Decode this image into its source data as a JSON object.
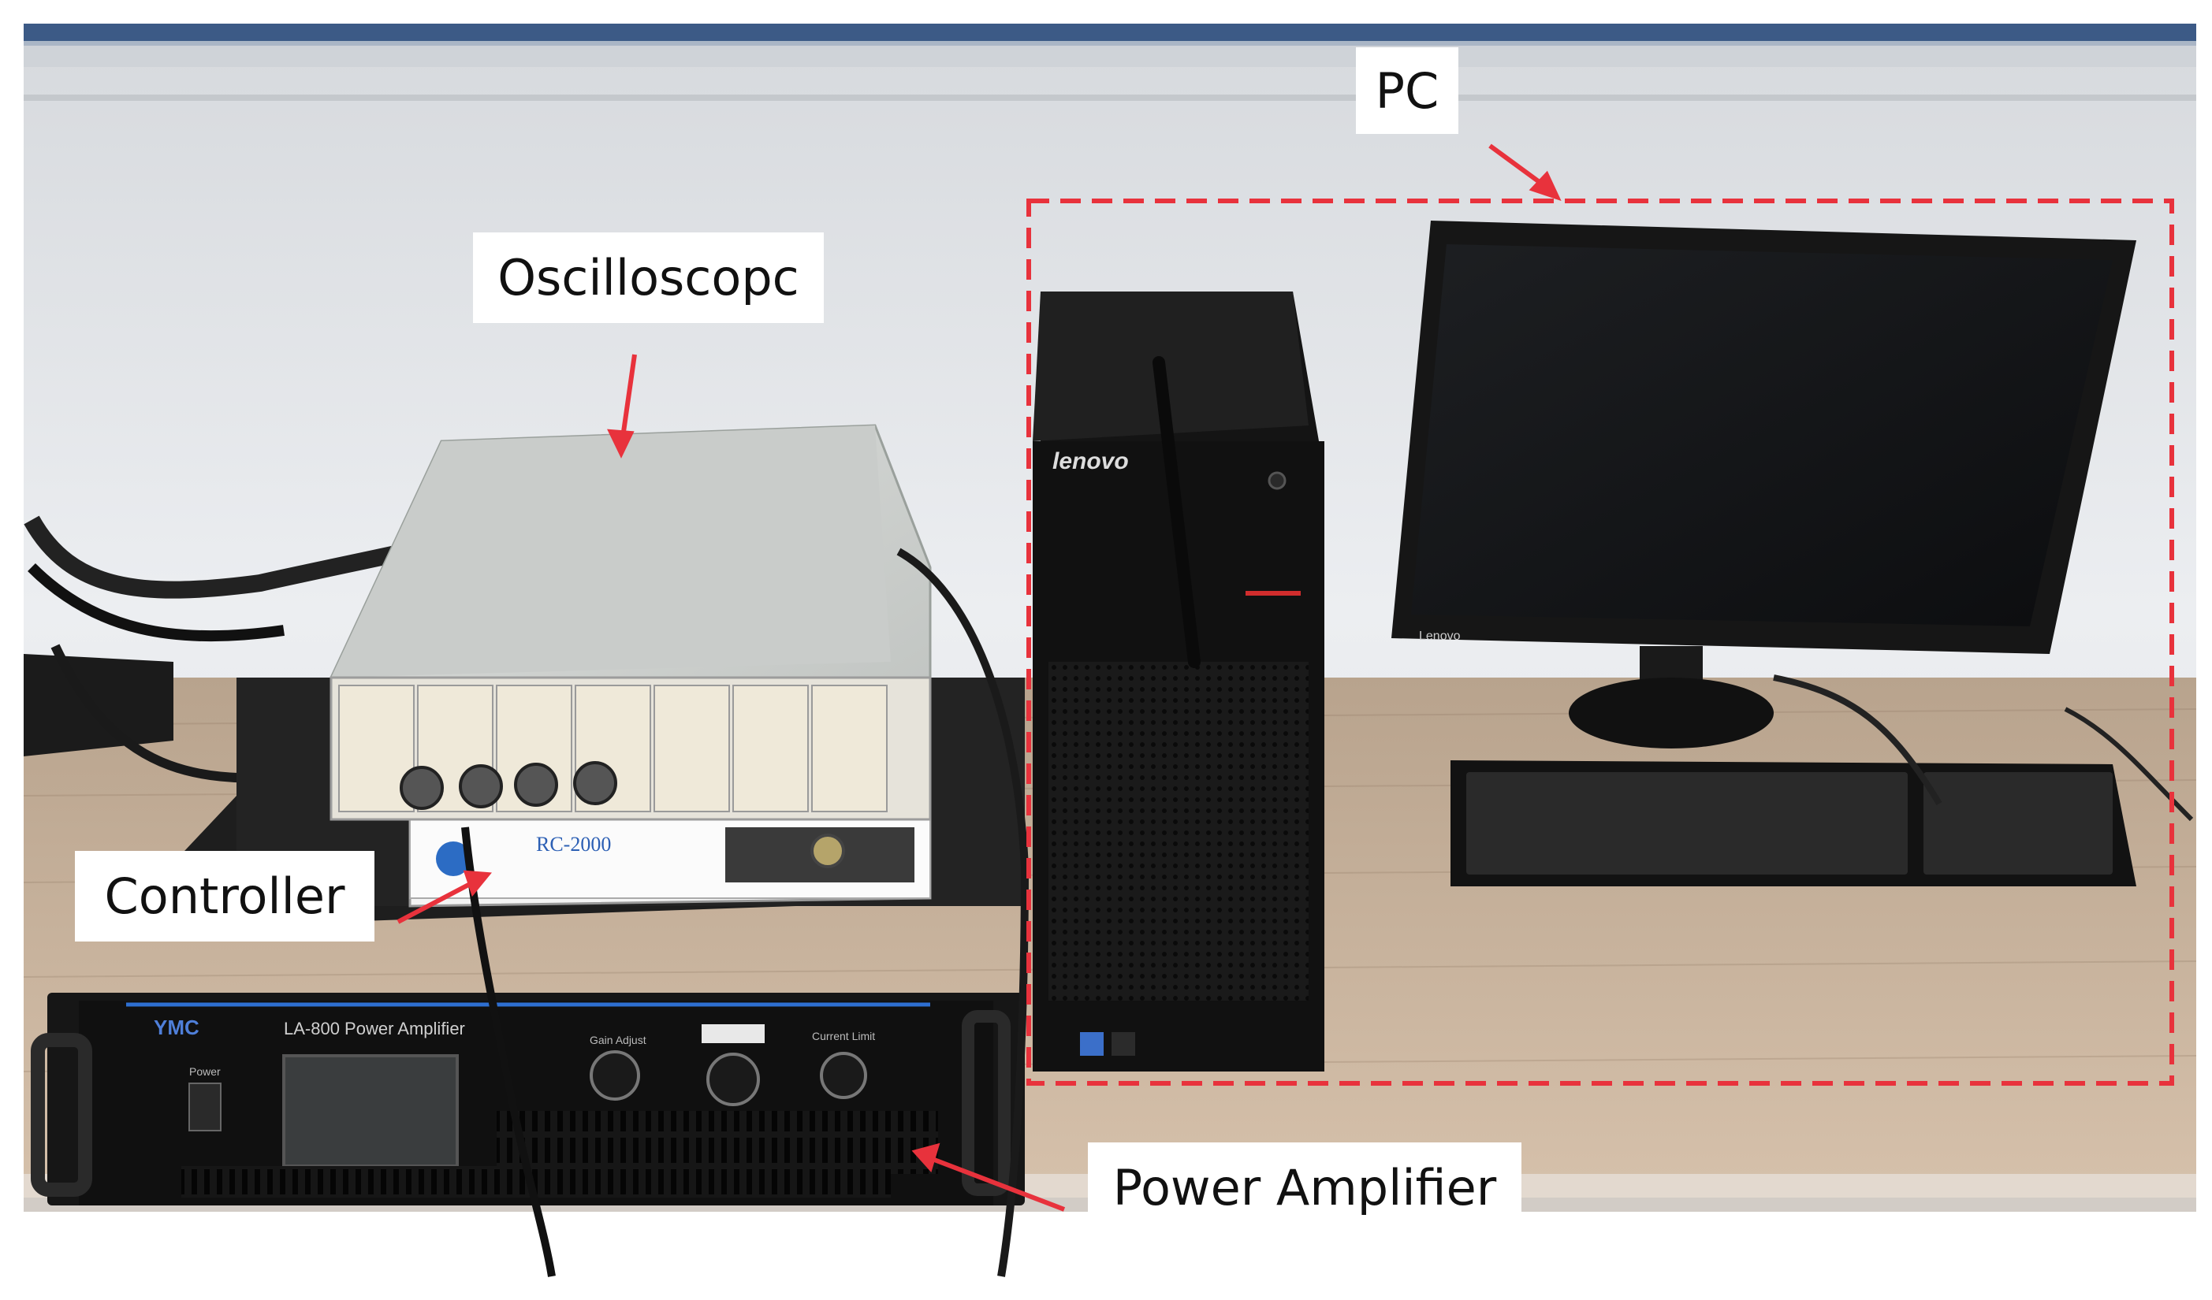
{
  "labels": {
    "pc": "PC",
    "oscilloscope": "Oscilloscopc",
    "controller": "Controller",
    "power_amplifier": "Power Amplifier"
  },
  "equipment_text": {
    "tower_brand": "lenovo",
    "monitor_brand": "Lenovo",
    "controller_model": "RC-2000",
    "amplifier_brand": "YMC",
    "amplifier_title": "LA-800 Power Amplifier",
    "amp_power": "Power",
    "amp_gain": "Gain Adjust",
    "amp_current": "Current Limit"
  },
  "colors": {
    "annotation_red": "#e8323c",
    "wall": "#e9ecef",
    "desk": "#c9b29b"
  }
}
